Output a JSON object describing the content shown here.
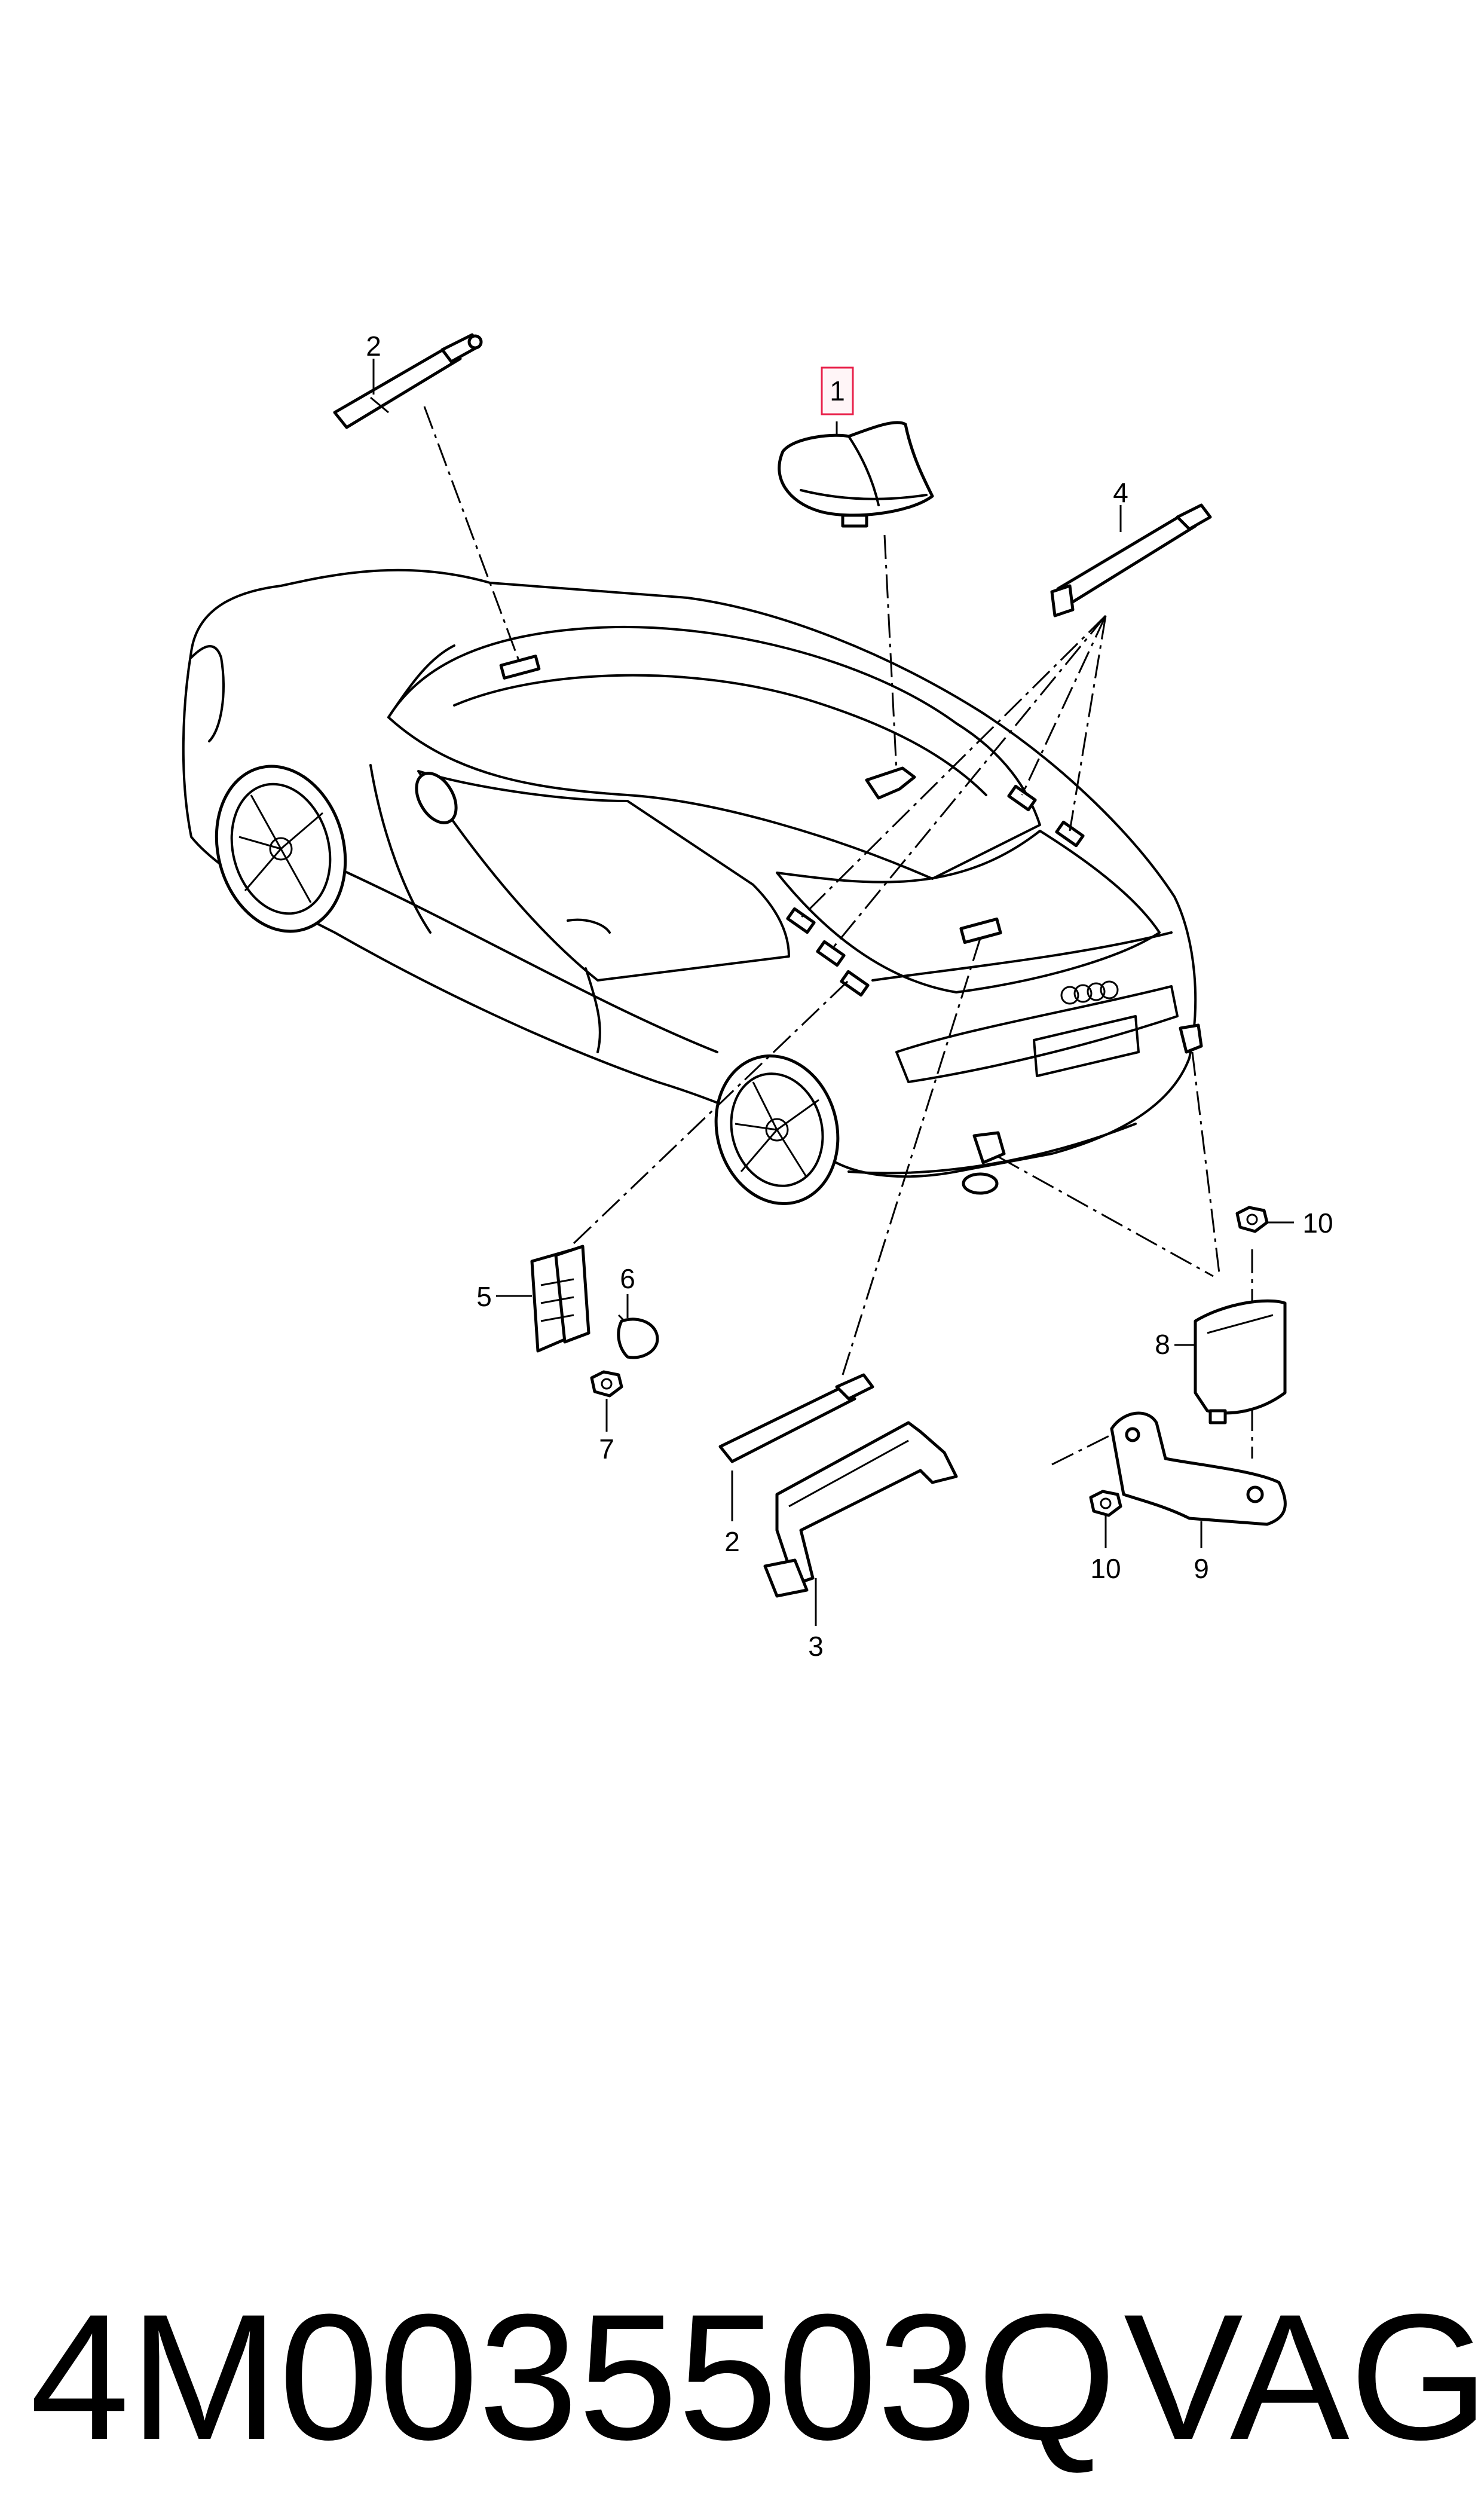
{
  "callouts": [
    {
      "id": "1",
      "text": "1"
    },
    {
      "id": "2a",
      "text": "2"
    },
    {
      "id": "2b",
      "text": "2"
    },
    {
      "id": "3",
      "text": "3"
    },
    {
      "id": "4",
      "text": "4"
    },
    {
      "id": "5",
      "text": "5"
    },
    {
      "id": "6",
      "text": "6"
    },
    {
      "id": "7",
      "text": "7"
    },
    {
      "id": "8",
      "text": "8"
    },
    {
      "id": "9",
      "text": "9"
    },
    {
      "id": "10a",
      "text": "10"
    },
    {
      "id": "10b",
      "text": "10"
    }
  ],
  "highlight_color": "#e8204a",
  "footer": {
    "part_number": "4M0035503Q",
    "brand": "VAG"
  }
}
